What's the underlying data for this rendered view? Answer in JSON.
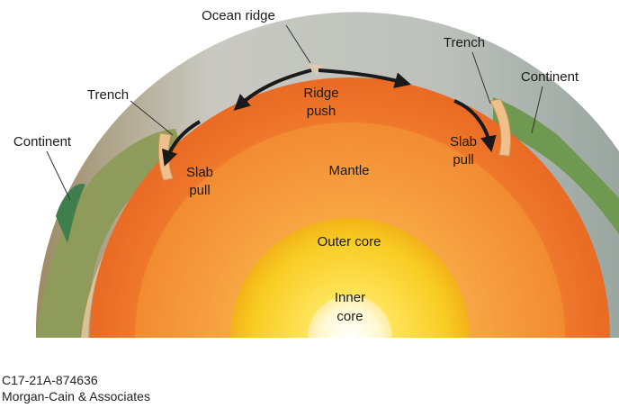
{
  "labels": {
    "ocean_ridge": "Ocean ridge",
    "trench_left": "Trench",
    "trench_right": "Trench",
    "continent_left": "Continent",
    "continent_right": "Continent",
    "ridge_push_line1": "Ridge",
    "ridge_push_line2": "push",
    "slab_pull_left_line1": "Slab",
    "slab_pull_left_line2": "pull",
    "slab_pull_right_line1": "Slab",
    "slab_pull_right_line2": "pull",
    "mantle": "Mantle",
    "outer_core": "Outer core",
    "inner_core_line1": "Inner",
    "inner_core_line2": "core"
  },
  "caption": {
    "line1": "C17-21A-874636",
    "line2": "Morgan-Cain & Associates"
  },
  "colors": {
    "ocean_crust": "#bfc3bd",
    "continent_green": "#4f8b3b",
    "continent_brown": "#a58b5a",
    "lithosphere": "#e9b98a",
    "upper_mantle": "#f07a2e",
    "lower_mantle": "#f59a3c",
    "outer_core": "#f6c42a",
    "inner_core": "#fff6c8",
    "arrow": "#1a1a1a"
  }
}
